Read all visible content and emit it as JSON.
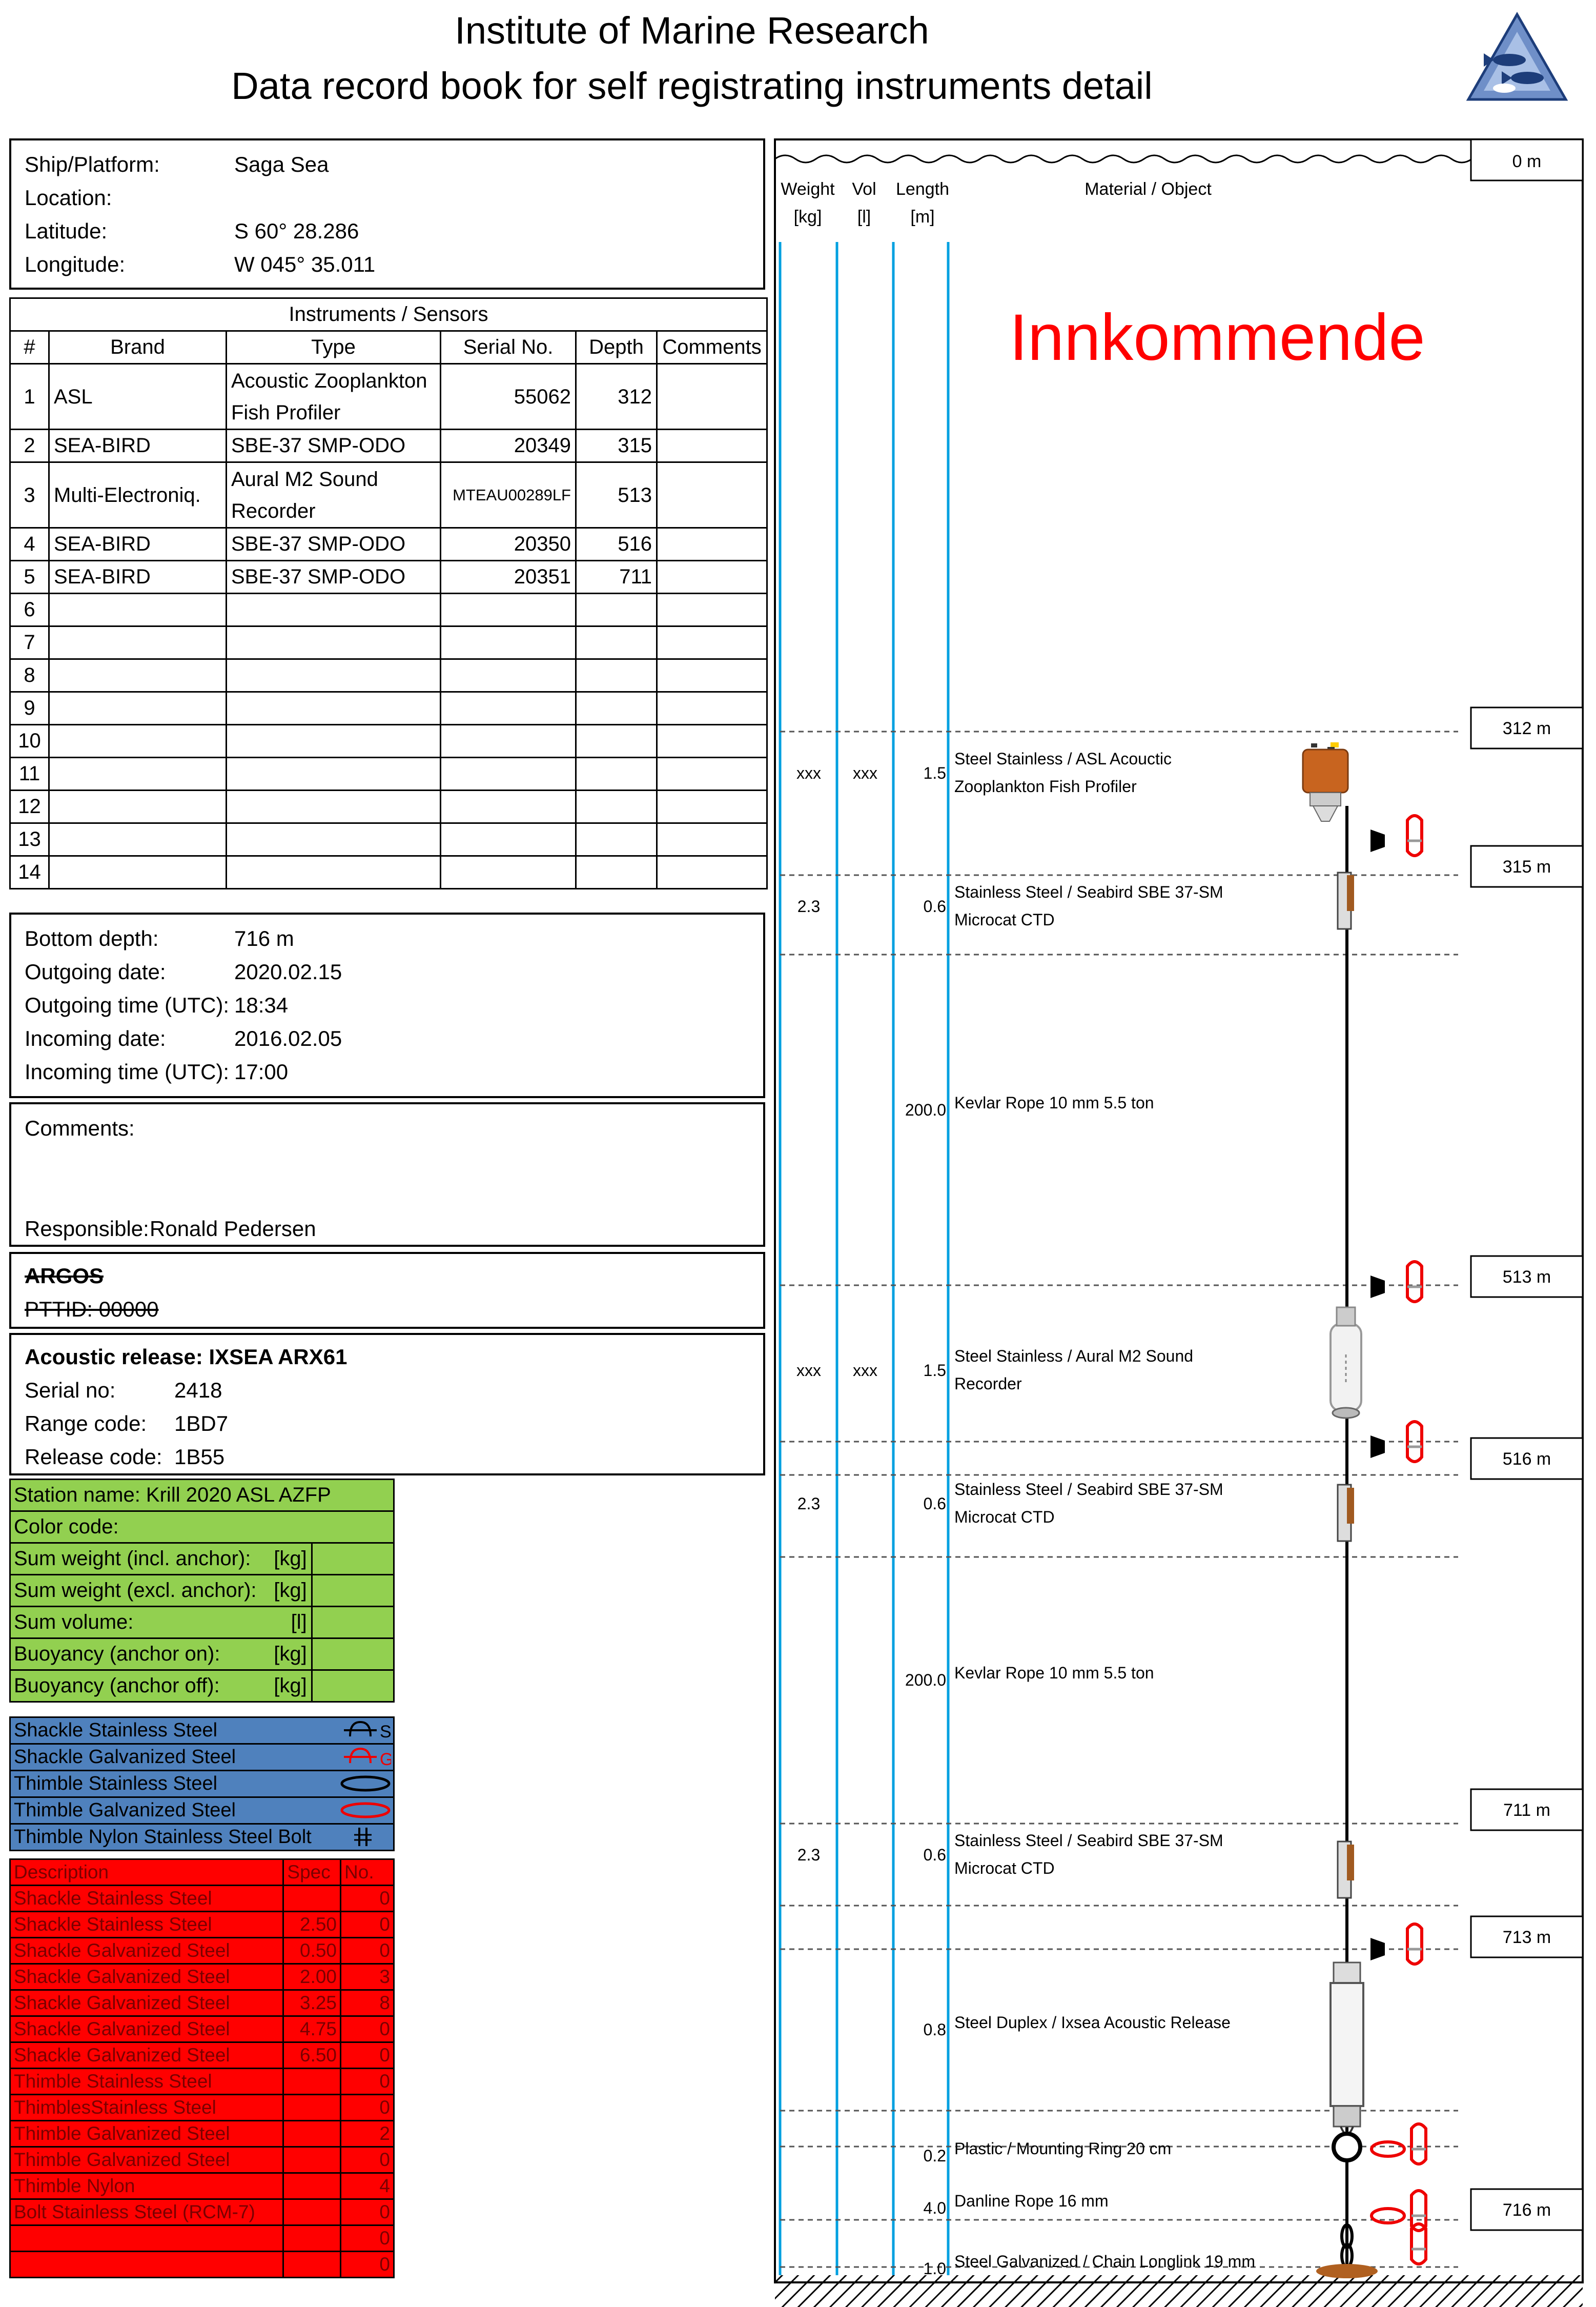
{
  "header": {
    "line1": "Institute of Marine Research",
    "line2": "Data record book for self registrating instruments detail"
  },
  "location": {
    "ship_label": "Ship/Platform:",
    "ship": "Saga Sea",
    "location_label": "Location:",
    "location": "",
    "lat_label": "Latitude:",
    "lat": "S 60° 28.286",
    "lon_label": "Longitude:",
    "lon": "W 045° 35.011"
  },
  "instruments": {
    "title": "Instruments / Sensors",
    "headers": [
      "#",
      "Brand",
      "Type",
      "Serial No.",
      "Depth",
      "Comments"
    ],
    "rows": [
      {
        "n": "1",
        "brand": "ASL",
        "type": "Acoustic  Zooplankton Fish Profiler",
        "serial": "55062",
        "depth": "312",
        "comment": ""
      },
      {
        "n": "2",
        "brand": "SEA-BIRD",
        "type": "SBE-37 SMP-ODO",
        "serial": "20349",
        "depth": "315",
        "comment": ""
      },
      {
        "n": "3",
        "brand": "Multi-Electroniq.",
        "type": "Aural M2 Sound Recorder",
        "serial": "MTEAU00289LF",
        "depth": "513",
        "comment": ""
      },
      {
        "n": "4",
        "brand": "SEA-BIRD",
        "type": "SBE-37  SMP-ODO",
        "serial": "20350",
        "depth": "516",
        "comment": ""
      },
      {
        "n": "5",
        "brand": "SEA-BIRD",
        "type": "SBE-37  SMP-ODO",
        "serial": "20351",
        "depth": "711",
        "comment": ""
      },
      {
        "n": "6"
      },
      {
        "n": "7"
      },
      {
        "n": "8"
      },
      {
        "n": "9"
      },
      {
        "n": "10"
      },
      {
        "n": "11"
      },
      {
        "n": "12"
      },
      {
        "n": "13"
      },
      {
        "n": "14"
      }
    ]
  },
  "deployment": {
    "bottom_label": "Bottom depth:",
    "bottom": "716 m",
    "out_date_label": "Outgoing date:",
    "out_date": "2020.02.15",
    "out_time_label": "Outgoing time (UTC):",
    "out_time": "18:34",
    "in_date_label": "Incoming date:",
    "in_date": "2016.02.05",
    "in_time_label": "Incoming time (UTC):",
    "in_time": "17:00"
  },
  "comments": {
    "label": "Comments:",
    "responsible_label": "Responsible:",
    "responsible": "Ronald Pedersen"
  },
  "argos": {
    "title": "ARGOS",
    "pttid": "PTTID: 00000"
  },
  "release": {
    "title": "Acoustic release: IXSEA ARX61",
    "serial_label": "Serial no:",
    "serial": "2418",
    "range_label": "Range code:",
    "range": "1BD7",
    "code_label": "Release code:",
    "code": "1B55"
  },
  "station": {
    "rows": [
      {
        "label": "Station name: Krill 2020 ASL AZFP",
        "unit": "",
        "value": ""
      },
      {
        "label": "Color code:",
        "unit": "",
        "value": ""
      },
      {
        "label": "Sum weight  (incl. anchor):",
        "unit": "[kg]",
        "value": ""
      },
      {
        "label": "Sum weight (excl. anchor):",
        "unit": "[kg]",
        "value": ""
      },
      {
        "label": "Sum volume:",
        "unit": "[l]",
        "value": ""
      },
      {
        "label": "Buoyancy (anchor on):",
        "unit": "[kg]",
        "value": ""
      },
      {
        "label": "Buoyancy (anchor off):",
        "unit": "[kg]",
        "value": ""
      }
    ]
  },
  "legend": {
    "rows": [
      {
        "label": "Shackle Stainless Steel",
        "symbol": "shackle-s-icon",
        "tag": "S"
      },
      {
        "label": "Shackle Galvanized Steel",
        "symbol": "shackle-g-icon",
        "tag": "G"
      },
      {
        "label": "Thimble Stainless Steel",
        "symbol": "thimble-black-icon",
        "tag": ""
      },
      {
        "label": "Thimble Galvanized Steel",
        "symbol": "thimble-red-icon",
        "tag": ""
      },
      {
        "label": "Thimble Nylon Stainless Steel Bolt",
        "symbol": "bolt-icon",
        "tag": ""
      }
    ]
  },
  "parts": {
    "headers": [
      "Description",
      "Spec",
      "No."
    ],
    "rows": [
      {
        "d": "Shackle Stainless Steel",
        "s": "",
        "n": "0"
      },
      {
        "d": "Shackle Stainless Steel",
        "s": "2.50",
        "n": "0"
      },
      {
        "d": "Shackle Galvanized Steel",
        "s": "0.50",
        "n": "0"
      },
      {
        "d": "Shackle Galvanized Steel",
        "s": "2.00",
        "n": "3"
      },
      {
        "d": "Shackle Galvanized Steel",
        "s": "3.25",
        "n": "8"
      },
      {
        "d": "Shackle Galvanized Steel",
        "s": "4.75",
        "n": "0"
      },
      {
        "d": "Shackle Galvanized Steel",
        "s": "6.50",
        "n": "0"
      },
      {
        "d": "Thimble Stainless Steel",
        "s": "",
        "n": "0"
      },
      {
        "d": "ThimblesStainless Steel",
        "s": "",
        "n": "0"
      },
      {
        "d": "Thimble Galvanized Steel",
        "s": "",
        "n": "2"
      },
      {
        "d": "Thimble Galvanized Steel",
        "s": "",
        "n": "0"
      },
      {
        "d": "Thimble Nylon",
        "s": "",
        "n": "4"
      },
      {
        "d": "Bolt Stainless Steel (RCM-7)",
        "s": "",
        "n": "0"
      },
      {
        "d": "",
        "s": "",
        "n": "0"
      },
      {
        "d": "",
        "s": "",
        "n": "0"
      }
    ]
  },
  "diagram": {
    "headers": {
      "weight": "Weight",
      "weight_unit": "[kg]",
      "vol": "Vol",
      "vol_unit": "[l]",
      "length": "Length",
      "length_unit": "[m]",
      "material": "Material / Object"
    },
    "stamp": "Innkommende",
    "stamp_color": "#ff0000",
    "surface_depth": "0 m",
    "depth_labels": [
      "312  m",
      "315 m",
      "513 m",
      "516 m",
      "711 m",
      "713 m",
      "716 m"
    ],
    "items": [
      {
        "weight": "xxx",
        "vol": "xxx",
        "length": "1.5",
        "material": [
          "Steel Stainless / ASL Acouctic",
          "Zooplankton Fish Profiler"
        ]
      },
      {
        "weight": "2.3",
        "vol": "",
        "length": "0.6",
        "material": [
          "Stainless Steel / Seabird SBE 37-SM",
          "Microcat CTD"
        ]
      },
      {
        "weight": "",
        "vol": "",
        "length": "200.0",
        "material": [
          "Kevlar Rope 10 mm 5.5 ton"
        ]
      },
      {
        "weight": "xxx",
        "vol": "xxx",
        "length": "1.5",
        "material": [
          "Steel Stainless / Aural M2 Sound",
          "Recorder"
        ]
      },
      {
        "weight": "2.3",
        "vol": "",
        "length": "0.6",
        "material": [
          "Stainless Steel / Seabird SBE 37-SM",
          "Microcat CTD"
        ]
      },
      {
        "weight": "",
        "vol": "",
        "length": "200.0",
        "material": [
          "Kevlar Rope 10 mm 5.5 ton"
        ]
      },
      {
        "weight": "2.3",
        "vol": "",
        "length": "0.6",
        "material": [
          "Stainless Steel / Seabird SBE 37-SM",
          "Microcat CTD"
        ]
      },
      {
        "weight": "",
        "vol": "",
        "length": "0.8",
        "material": [
          "Steel Duplex  / Ixsea Acoustic Release"
        ]
      },
      {
        "weight": "",
        "vol": "",
        "length": "0.2",
        "material": [
          "Plastic / Mounting Ring 20 cm"
        ]
      },
      {
        "weight": "",
        "vol": "",
        "length": "4.0",
        "material": [
          "Danline Rope 16 mm"
        ]
      },
      {
        "weight": "",
        "vol": "",
        "length": "1.0",
        "material": [
          "Steel Galvanized / Chain Longlink 19 mm"
        ]
      }
    ]
  },
  "colors": {
    "green": "#92d050",
    "blue": "#4f81bd",
    "red": "#ff0000",
    "guide": "#00a0e0"
  }
}
